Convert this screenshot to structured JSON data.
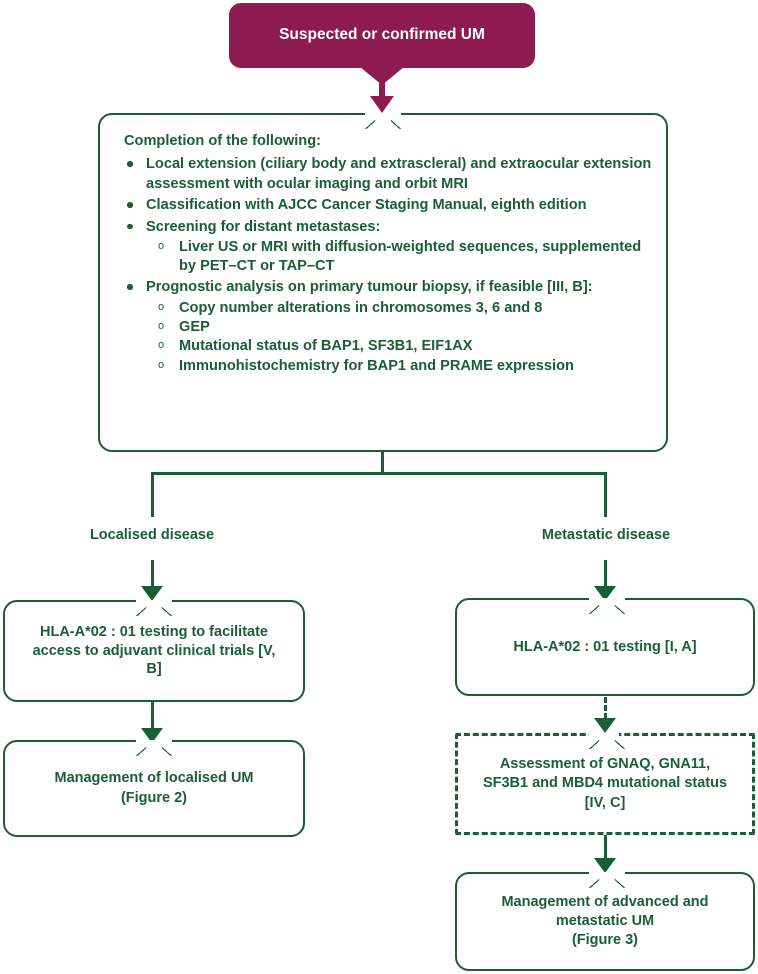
{
  "figure": {
    "title_box": {
      "label": "Suspected or confirmed UM",
      "color": "#8e1b4f",
      "text_color": "#ffffff"
    },
    "accent_green": "#1b5e35",
    "workup_box": {
      "intro": "Completion of the following:",
      "bullets": [
        {
          "text": "Local extension (ciliary body and extrascleral) and extraocular extension assessment with ocular imaging and orbit MRI",
          "sub": []
        },
        {
          "text": "Classification with AJCC Cancer Staging Manual, eighth edition",
          "sub": []
        },
        {
          "text": "Screening for distant metastases:",
          "sub": [
            "Liver US or MRI with diffusion-weighted sequences, supplemented by PET–CT or TAP–CT"
          ]
        },
        {
          "text": "Prognostic analysis on primary tumour biopsy, if feasible [III, B]:",
          "sub": [
            "Copy number alterations in chromosomes 3, 6 and 8",
            "GEP",
            "Mutational status of BAP1, SF3B1, EIF1AX",
            "Immunohistochemistry for BAP1 and PRAME expression"
          ]
        }
      ]
    },
    "branches": {
      "left_label": "Localised disease",
      "right_label": "Metastatic disease"
    },
    "left_column": {
      "step1": "HLA-A*02 : 01 testing to facilitate access to adjuvant clinical trials [V, B]",
      "step2": "Management of localised UM\n(Figure 2)",
      "step2_line1": "Management of localised UM",
      "step2_line2": "(Figure 2)"
    },
    "right_column": {
      "step1": "HLA-A*02 : 01 testing [I, A]",
      "step2_line1": "Assessment of GNAQ, GNA11,",
      "step2_line2": "SF3B1 and MBD4 mutational status",
      "step2_line3": "[IV, C]",
      "step3_line1": "Management of advanced and",
      "step3_line2": "metastatic UM",
      "step3_line3": "(Figure 3)"
    }
  }
}
